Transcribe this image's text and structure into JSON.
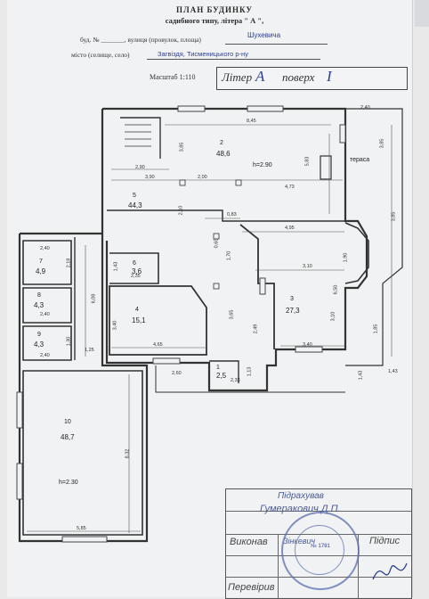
{
  "header": {
    "title": "ПЛАН   БУДИНКУ",
    "subtitle": "садибного типу, літера \" А \",",
    "line_house": "буд. №  _______, вулиця (провулок, площа)",
    "street": "Шухевича",
    "line_city": "місто (селище, село)",
    "city": "Загвіздя, Тисменицького р-ну",
    "scale": "Масштаб 1:110"
  },
  "litera_box": {
    "prefix": "Літер",
    "letter": "А",
    "middle": "поверх",
    "floor": "I"
  },
  "rooms": [
    {
      "num": "1",
      "area": "2,5"
    },
    {
      "num": "2",
      "area": "48,6",
      "height": "h=2.90"
    },
    {
      "num": "3",
      "area": "27,3"
    },
    {
      "num": "4",
      "area": "15,1"
    },
    {
      "num": "5",
      "area": "44,3"
    },
    {
      "num": "6",
      "area": "3,6"
    },
    {
      "num": "7",
      "area": "4,9"
    },
    {
      "num": "8",
      "area": "4,3"
    },
    {
      "num": "9",
      "area": "4,3"
    },
    {
      "num": "10",
      "area": "48,7",
      "height": "h=2.30"
    }
  ],
  "terrace_label": "тераса",
  "dimensions": {
    "d_845": "8,45",
    "d_240a": "2,40",
    "d_385a": "3,85",
    "d_290": "2,90",
    "d_390": "3,90",
    "d_200": "2,00",
    "d_473": "4,73",
    "d_583": "5,83",
    "d_210": "2,10",
    "d_083": "0,83",
    "d_495": "4,95",
    "d_385b": "3,85",
    "d_240_7": "2,40",
    "d_218": "2,18",
    "d_143a": "1,43",
    "d_235": "2,35",
    "d_240_8": "2,40",
    "d_608": "6,08",
    "d_310": "3,10",
    "d_650": "6,50",
    "d_190": "1,90",
    "d_170": "1,70",
    "d_065": "0,65",
    "d_365": "3,65",
    "d_340a": "3,40",
    "d_465": "4,65",
    "d_240_9": "2,40",
    "d_130": "1,30",
    "d_125": "1,25",
    "d_260": "2,60",
    "d_233": "2,33",
    "d_113": "1,13",
    "d_340b": "3,40",
    "d_310b": "3,10",
    "d_143b": "1,43",
    "d_143c": "1,43",
    "d_832": "8,32",
    "d_585": "5,85",
    "d_249": "2,49",
    "d_185": "1,85",
    "d_385c": "3,85"
  },
  "stamp": {
    "role1": "Підрахував",
    "name1": "Гумеракович Д.П.",
    "role2": "Виконав",
    "name2": "Зінкевич",
    "sign_label": "Підпис",
    "role3": "Перевірив",
    "seal_text": "№ 1781"
  }
}
